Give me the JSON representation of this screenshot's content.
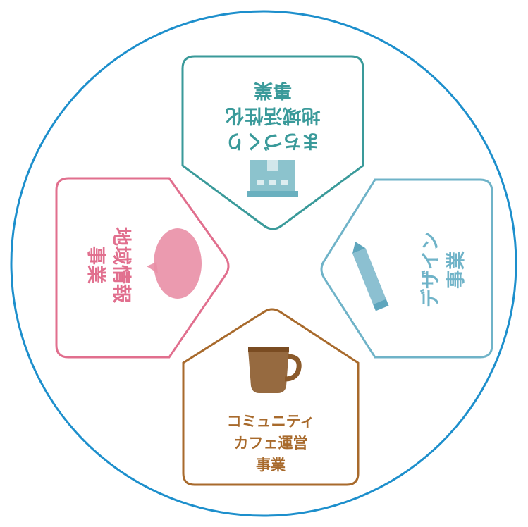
{
  "colors": {
    "circle": "#1d8fcc",
    "top": "#3a9a9a",
    "left": "#e16f8e",
    "right": "#6fb3c8",
    "bottom": "#a86a2c",
    "background": "#ffffff"
  },
  "sections": {
    "top": {
      "lines": [
        "まちづくり",
        "地域活性化",
        "事業"
      ],
      "icon": "building-icon"
    },
    "left": {
      "lines": [
        "地域情報",
        "事業"
      ],
      "icon": "speech-bubble-icon"
    },
    "right": {
      "lines": [
        "デザイン",
        "事業"
      ],
      "icon": "pencil-icon"
    },
    "bottom": {
      "lines": [
        "コミュニティ",
        "カフェ運営",
        "事業"
      ],
      "icon": "coffee-cup-icon"
    }
  }
}
